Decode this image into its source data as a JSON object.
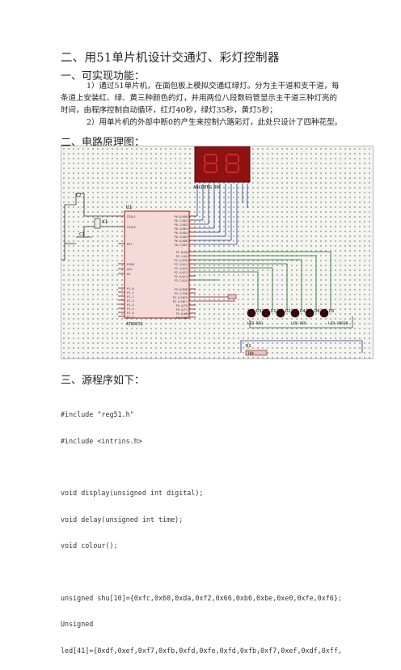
{
  "heading": "二、用51单片机设计交通灯、彩灯控制器",
  "section1": {
    "title": "一、可实现功能：",
    "items": [
      "1）通过51单片机，在面包板上模拟交通红绿灯。分为主干道和支干道，每条道上安装红、绿、黄三种颜色的灯，并用两位八段数码管显示主干道三种灯亮的时间，由程序控制自动循环，红灯40秒，绿灯35秒，黄灯5秒；",
      "2）用单片机的外部中断0的产生来控制六路彩灯，此处只设计了四种花型。"
    ]
  },
  "section2": {
    "title": "二、电路原理图：",
    "schematic": {
      "chip_label": "U1",
      "chip_part": "AT89C51",
      "display_pins": "ABCDEFG DP",
      "crystal": "X1",
      "caps": [
        "C2",
        "C1"
      ],
      "resistor": "R1",
      "resistor_value": "10k",
      "left_pins": [
        "XTAL1",
        "XTAL2",
        "RST",
        "PSEN",
        "ALE",
        "EA",
        "P1.0",
        "P1.1",
        "P1.2",
        "P1.3",
        "P1.4",
        "P1.5",
        "P1.6",
        "P1.7"
      ],
      "right_pins": [
        "P0.0/AD0",
        "P0.1/AD1",
        "P0.2/AD2",
        "P0.3/AD3",
        "P0.4/AD4",
        "P0.5/AD5",
        "P0.6/AD6",
        "P0.7/AD7",
        "P2.0/A8",
        "P2.1/A9",
        "P2.2/A10",
        "P2.3/A11",
        "P2.4/A12",
        "P2.5/A13",
        "P2.6/A14",
        "P2.7/A15",
        "P3.0/RXD",
        "P3.1/TXD",
        "P3.2/INT0",
        "P3.3/INT1",
        "P3.4/T0",
        "P3.5/T1",
        "P3.6/WR",
        "P3.7/RD"
      ],
      "leds": [
        "D1",
        "D2",
        "D3",
        "D4",
        "D5",
        "D6"
      ],
      "led_groups": [
        "LED-RED",
        "LED-RED",
        "LED-GREEN"
      ]
    }
  },
  "section3": {
    "title": "三、源程序如下：",
    "code": [
      "#include \"reg51.h\"",
      "#include <intrins.h>",
      "",
      "void display(unsigned int digital);",
      "void delay(unsigned int time);",
      "void colour();",
      "",
      "unsigned shu[10]={0xfc,0x60,0xda,0xf2,0x66,0xb6,0xbe,0xe0,0xfe,0xf6};",
      "Unsigned",
      "led[41]={0xdf,0xef,0xf7,0xfb,0xfd,0xfe,0xfd,0xfb,0xf7,0xef,0xdf,0xff,"
    ]
  }
}
